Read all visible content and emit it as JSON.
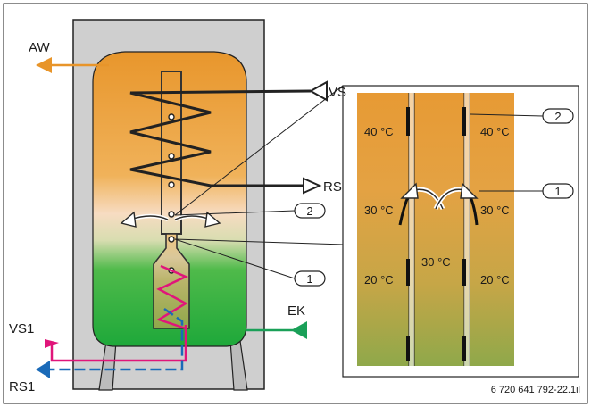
{
  "labels": {
    "aw": "AW",
    "vs": "VS",
    "rs": "RS",
    "ek": "EK",
    "vs1": "VS1",
    "rs1": "RS1"
  },
  "callouts": {
    "one": "1",
    "two": "2"
  },
  "detail": {
    "temp_40_left": "40 °C",
    "temp_40_right": "40 °C",
    "temp_30_left": "30 °C",
    "temp_30_right": "30 °C",
    "temp_30_center": "30 °C",
    "temp_20_left": "20 °C",
    "temp_20_right": "20 °C"
  },
  "figure_code": "6 720 641 792-22.1il",
  "colors": {
    "hot": "#e89a30",
    "warm": "#f6dcc0",
    "cold": "#2eae3a",
    "outlet_orange": "#e8952a",
    "loop_pink": "#e0157a",
    "return_blue": "#1a6ab8",
    "ek_green": "#1aa058"
  }
}
